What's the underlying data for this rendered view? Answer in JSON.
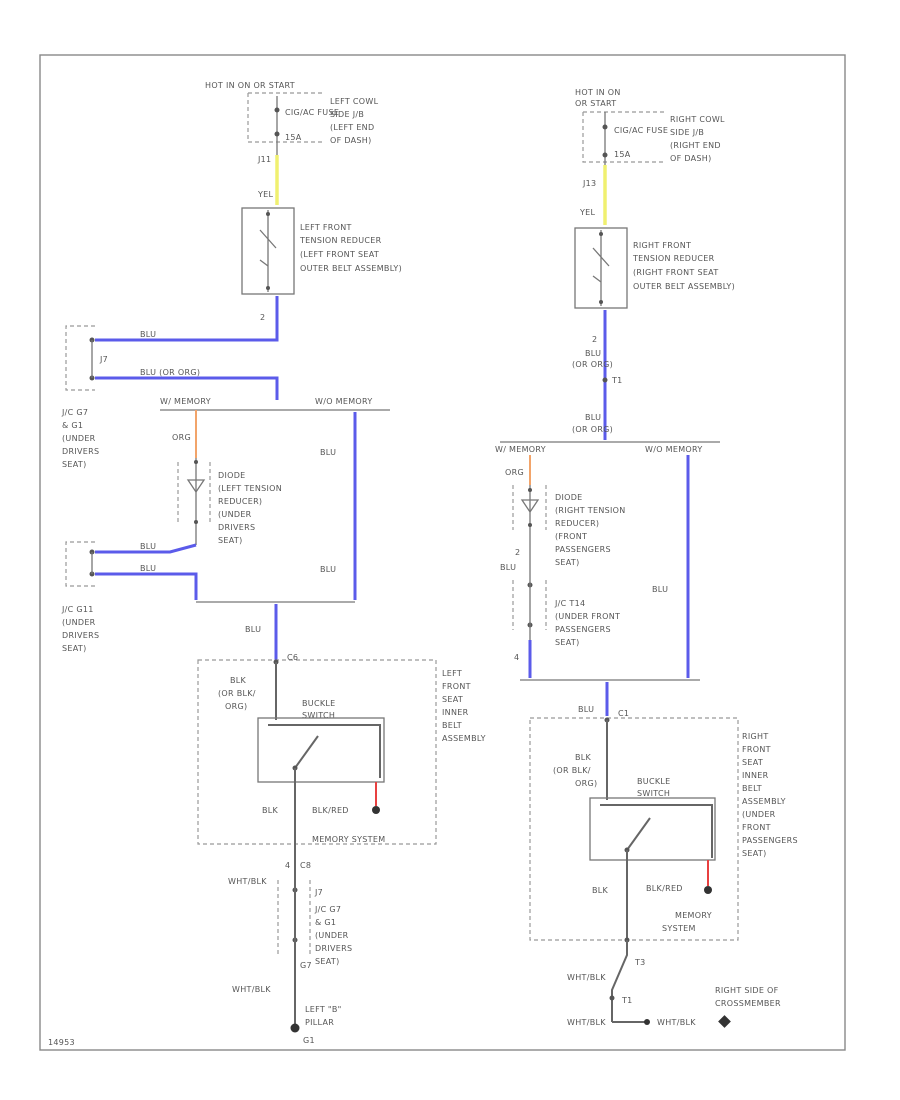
{
  "page_id": "14953",
  "left": {
    "hot_label": "HOT IN ON OR START",
    "fuse_amp": "15A",
    "fuse_label": "CIG/AC FUSE",
    "fuse_loc": [
      "LEFT COWL",
      "SIDE J/B",
      "(LEFT END",
      "OF DASH)"
    ],
    "j11": "J11",
    "yel": "YEL",
    "tensioner": [
      "LEFT FRONT",
      "TENSION REDUCER",
      "(LEFT FRONT SEAT",
      "OUTER BELT ASSEMBLY)"
    ],
    "pin2": "2",
    "blu": "BLU",
    "blu_org": "BLU (OR ORG)",
    "jc_label": "J7",
    "jc_name": [
      "J/C G7",
      "& G1",
      "(UNDER",
      "DRIVERS",
      "SEAT)"
    ],
    "w_memory": "W/ MEMORY",
    "wo_memory": "W/O MEMORY",
    "org": "ORG",
    "diode": [
      "DIODE",
      "(LEFT TENSION",
      "REDUCER)",
      "(UNDER",
      "DRIVERS",
      "SEAT)"
    ],
    "jc2_name": [
      "J/C G11",
      "(UNDER",
      "DRIVERS",
      "SEAT)"
    ],
    "blu_r1": "BLU",
    "blu_r2": "BLU",
    "blu_bot": "BLU",
    "c6": "C6",
    "blk_org": [
      "BLK",
      "(OR BLK/",
      "ORG)"
    ],
    "buckle": [
      "BUCKLE",
      "SWITCH"
    ],
    "belt_assy": [
      "LEFT",
      "FRONT",
      "SEAT",
      "INNER",
      "BELT",
      "ASSEMBLY"
    ],
    "blk": "BLK",
    "blk_red": "BLK/RED",
    "memory_sys": "MEMORY SYSTEM",
    "pin4": "4",
    "c8": "C8",
    "wht_blk": "WHT/BLK",
    "j7": "J7",
    "jc3_name": [
      "J/C G7",
      "& G1",
      "(UNDER",
      "DRIVERS",
      "SEAT)"
    ],
    "g7": "G7",
    "wht_blk2": "WHT/BLK",
    "ground": [
      "LEFT \"B\"",
      "PILLAR"
    ],
    "ground_id": "G1"
  },
  "right": {
    "hot_label": [
      "HOT IN ON",
      "OR START"
    ],
    "fuse_amp": "15A",
    "fuse_label": "CIG/AC FUSE",
    "fuse_loc": [
      "RIGHT COWL",
      "SIDE J/B",
      "(RIGHT END",
      "OF DASH)"
    ],
    "j13": "J13",
    "yel": "YEL",
    "tensioner": [
      "RIGHT FRONT",
      "TENSION REDUCER",
      "(RIGHT FRONT SEAT",
      "OUTER BELT ASSEMBLY)"
    ],
    "pin2": "2",
    "blu_org1": [
      "BLU",
      "(OR ORG)"
    ],
    "jt1": "T1",
    "blu_org2": [
      "BLU",
      "(OR ORG)"
    ],
    "w_memory": "W/ MEMORY",
    "wo_memory": "W/O MEMORY",
    "org": "ORG",
    "diode": [
      "DIODE",
      "(RIGHT TENSION",
      "REDUCER)",
      "(FRONT",
      "PASSENGERS",
      "SEAT)"
    ],
    "pin2b": "2",
    "blu": "BLU",
    "jc_name": [
      "J/C T14",
      "(UNDER FRONT",
      "PASSENGERS",
      "SEAT)"
    ],
    "blu_r": "BLU",
    "pin4": "4",
    "blu_bot": "BLU",
    "c1": "C1",
    "blk_org": [
      "BLK",
      "(OR BLK/",
      "ORG)"
    ],
    "buckle": [
      "BUCKLE",
      "SWITCH"
    ],
    "belt_assy": [
      "RIGHT",
      "FRONT",
      "SEAT",
      "INNER",
      "BELT",
      "ASSEMBLY",
      "(UNDER",
      "FRONT",
      "PASSENGERS",
      "SEAT)"
    ],
    "blk": "BLK",
    "blk_red": "BLK/RED",
    "memory_sys": [
      "MEMORY",
      "SYSTEM"
    ],
    "t3": "T3",
    "wht_blk": "WHT/BLK",
    "jt1b": "T1",
    "wht_blk2": "WHT/BLK",
    "wht_blk3": "WHT/BLK",
    "ground": [
      "RIGHT SIDE OF",
      "CROSSMEMBER"
    ]
  }
}
